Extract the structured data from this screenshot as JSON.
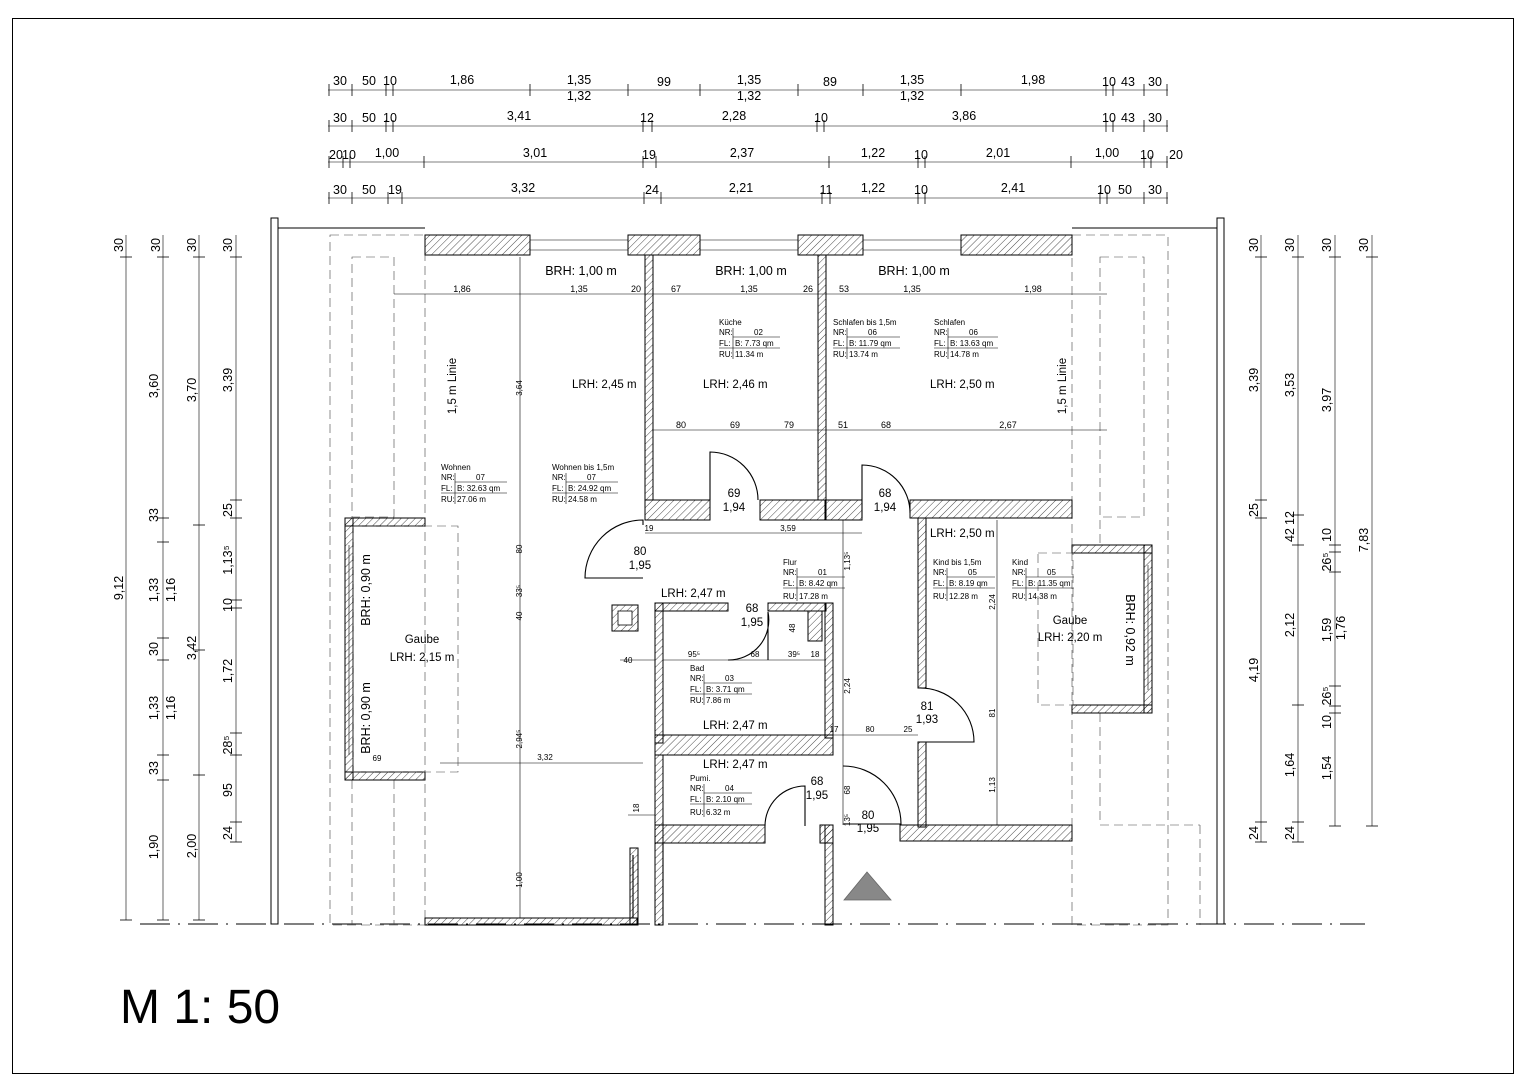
{
  "scale": "M 1: 50",
  "top_dims": {
    "row1": [
      "30",
      "50",
      "10",
      "1,86",
      "1,35",
      "99",
      "1,35",
      "89",
      "1,35",
      "1,98",
      "10",
      "43",
      "30"
    ],
    "row1_sub": [
      "1,32",
      "1,32",
      "1,32"
    ],
    "row2": [
      "30",
      "50",
      "10",
      "3,41",
      "12",
      "2,28",
      "10",
      "3,86",
      "10",
      "43",
      "30"
    ],
    "row3": [
      "20",
      "10",
      "1,00",
      "3,01",
      "19",
      "2,37",
      "1,22",
      "10",
      "2,01",
      "1,00",
      "10",
      "20"
    ],
    "row4": [
      "30",
      "50",
      "19",
      "3,32",
      "24",
      "2,21",
      "11",
      "1,22",
      "10",
      "2,41",
      "10",
      "50",
      "30"
    ]
  },
  "left_dims": {
    "col1": [
      "30",
      "9,12"
    ],
    "col2": [
      "30",
      "3,60",
      "33",
      "1,33",
      "30",
      "1,33",
      "33",
      "1,90"
    ],
    "col3": [
      "30",
      "3,70",
      "1,16",
      "3,42",
      "1,16",
      "2,00"
    ],
    "col4": [
      "30",
      "3,39",
      "25",
      "1,13⁵",
      "10",
      "1,72",
      "28⁵",
      "95",
      "24"
    ]
  },
  "right_dims": {
    "col1": [
      "30",
      "3,39",
      "25",
      "4,19",
      "24"
    ],
    "col2": [
      "30",
      "3,53",
      "42",
      "12",
      "2,12",
      "1,64",
      "24"
    ],
    "col3": [
      "30",
      "3,97",
      "10",
      "26⁵",
      "1,59",
      "10",
      "26⁵",
      "1,54"
    ],
    "col4": [
      "30",
      "7,83"
    ],
    "col5": [
      "1,76"
    ]
  },
  "brh": [
    "BRH:  1,00 m",
    "BRH:  1,00 m",
    "BRH:  1,00 m"
  ],
  "inner_top_dims": [
    "1,86",
    "1,35",
    "20",
    "67",
    "1,35",
    "26",
    "53",
    "1,35",
    "1,98"
  ],
  "inner_mid_dims": [
    "80",
    "69",
    "79",
    "51",
    "68",
    "2,67"
  ],
  "line_labels": [
    "1,5 m Linie",
    "1,5 m Linie"
  ],
  "rooms": {
    "kueche": {
      "name": "Küche",
      "nr": "02",
      "fl": "B: 7.73 qm",
      "ru": "11.34 m",
      "lrh": "LRH:  2,46 m"
    },
    "schlafen15": {
      "name": "Schlafen bis 1,5m",
      "nr": "06",
      "fl": "B: 11.79 qm",
      "ru": "13.74 m"
    },
    "schlafen": {
      "name": "Schlafen",
      "nr": "06",
      "fl": "B: 13.63 qm",
      "ru": "14.78 m",
      "lrh": "LRH:  2,50 m"
    },
    "wohnen": {
      "name": "Wohnen",
      "nr": "07",
      "fl": "B: 32.63 qm",
      "ru": "27.06 m"
    },
    "wohnen15": {
      "name": "Wohnen bis 1,5m",
      "nr": "07",
      "fl": "B: 24.92 qm",
      "ru": "24.58 m",
      "lrh": "LRH:  2,45 m"
    },
    "flur": {
      "name": "Flur",
      "nr": "01",
      "fl": "B: 8.42 qm",
      "ru": "17.28 m",
      "lrh": "LRH:  2,47 m"
    },
    "bad": {
      "name": "Bad",
      "nr": "03",
      "fl": "B: 3.71 qm",
      "ru": "7.86 m",
      "lrh": "LRH:  2,47 m"
    },
    "pumi": {
      "name": "Pumi.",
      "nr": "04",
      "fl": "B: 2.10 qm",
      "ru": "6.32 m",
      "lrh": "LRH:  2,47 m"
    },
    "kind15": {
      "name": "Kind bis 1,5m",
      "nr": "05",
      "fl": "B: 8.19 qm",
      "ru": "12.28 m",
      "lrh": "LRH:  2,50 m"
    },
    "kind": {
      "name": "Kind",
      "nr": "05",
      "fl": "B: 11.35 qm",
      "ru": "14.38 m"
    }
  },
  "field_labels": {
    "nr": "NR:",
    "fl": "FL:",
    "ru": "RU:"
  },
  "gaube_left": {
    "name": "Gaube",
    "lrh": "LRH:  2,15 m",
    "brh_top": "BRH:  0,90 m",
    "brh_bottom": "BRH:  0,90 m"
  },
  "gaube_right": {
    "name": "Gaube",
    "lrh": "LRH:  2,20 m",
    "brh": "BRH:  0,92 m"
  },
  "doors": [
    {
      "w": "69",
      "h": "1,94"
    },
    {
      "w": "68",
      "h": "1,94"
    },
    {
      "w": "80",
      "h": "1,95"
    },
    {
      "w": "68",
      "h": "1,95"
    },
    {
      "w": "81",
      "h": "1,93"
    },
    {
      "w": "68",
      "h": "1,95"
    },
    {
      "w": "80",
      "h": "1,95"
    }
  ],
  "misc_dims": [
    "19",
    "3,59",
    "3,64",
    "80",
    "33⁵",
    "40",
    "2,94⁵",
    "3,32",
    "1,00",
    "69",
    "95⁵",
    "68",
    "39⁵",
    "18",
    "48",
    "40",
    "1,13⁵",
    "2,24",
    "17",
    "80",
    "25",
    "68",
    "13⁵",
    "18",
    "2,24",
    "81",
    "1,13"
  ]
}
